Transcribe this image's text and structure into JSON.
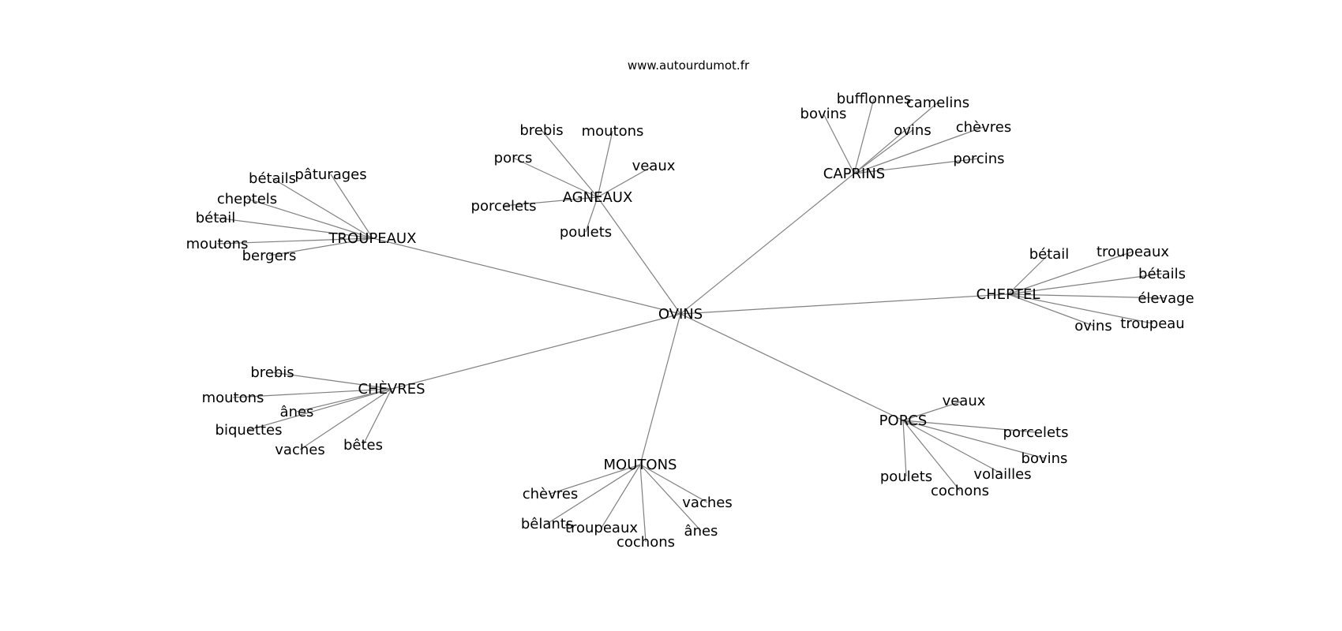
{
  "source": "www.autourdumot.fr",
  "root": "OVINS",
  "clusters": [
    {
      "hub": "AGNEAUX",
      "words": [
        "brebis",
        "moutons",
        "porcs",
        "veaux",
        "porcelets",
        "poulets"
      ]
    },
    {
      "hub": "CAPRINS",
      "words": [
        "bovins",
        "bufflonnes",
        "camelins",
        "ovins",
        "chèvres",
        "porcins"
      ]
    },
    {
      "hub": "TROUPEAUX",
      "words": [
        "bétails",
        "pâturages",
        "cheptels",
        "bétail",
        "moutons",
        "bergers"
      ]
    },
    {
      "hub": "CHEPTEL",
      "words": [
        "bétail",
        "troupeaux",
        "bétails",
        "élevage",
        "ovins",
        "troupeau"
      ]
    },
    {
      "hub": "CHÈVRES",
      "words": [
        "brebis",
        "moutons",
        "ânes",
        "biquettes",
        "vaches",
        "bêtes"
      ]
    },
    {
      "hub": "PORCS",
      "words": [
        "veaux",
        "porcelets",
        "bovins",
        "volailles",
        "poulets",
        "cochons"
      ]
    },
    {
      "hub": "MOUTONS",
      "words": [
        "chèvres",
        "bêlants",
        "troupeaux",
        "cochons",
        "vaches",
        "ânes"
      ]
    }
  ]
}
